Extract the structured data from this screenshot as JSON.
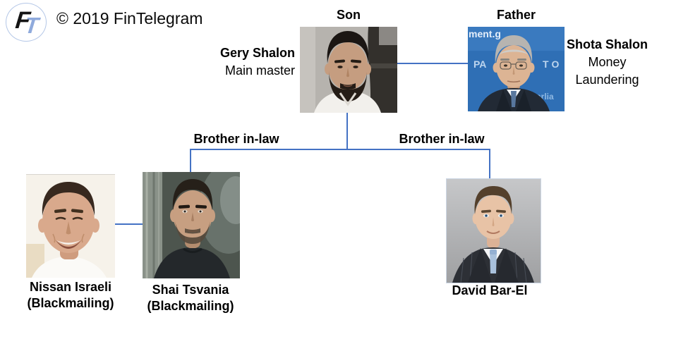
{
  "branding": {
    "logo_f": "F",
    "logo_t": "T",
    "copyright": "© 2019 FinTelegram"
  },
  "colors": {
    "connector": "#4472C4",
    "logo_t_blue": "#8faadc",
    "logo_ring": "#b4c7e7"
  },
  "nodes": {
    "son": {
      "role": "Son",
      "name": "Gery Shalon",
      "descriptor": "Main master"
    },
    "father": {
      "role": "Father",
      "name": "Shota Shalon",
      "descriptor_line1": "Money",
      "descriptor_line2": "Laundering",
      "photo_overlay": {
        "top_left": "ment.g",
        "mid_left": "PA",
        "mid_right": "T O",
        "bottom_right": "arlia"
      }
    },
    "nissan": {
      "name": "Nissan Israeli",
      "descriptor": "(Blackmailing)"
    },
    "shai": {
      "name": "Shai Tsvania",
      "descriptor": "(Blackmailing)"
    },
    "david": {
      "name": "David Bar-El"
    }
  },
  "edges": {
    "brother_in_law_left": "Brother in-law",
    "brother_in_law_right": "Brother in-law"
  }
}
